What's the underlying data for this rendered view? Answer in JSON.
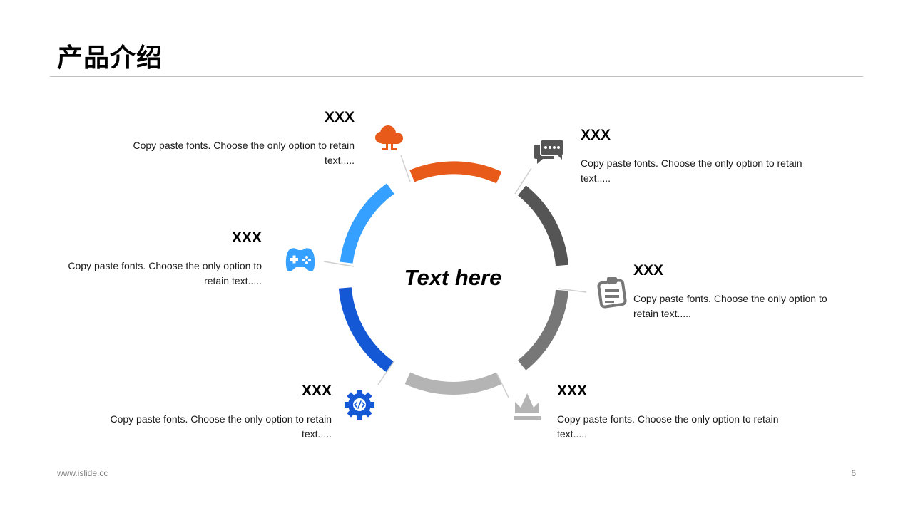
{
  "slide": {
    "title": "产品介绍",
    "center_text": "Text here",
    "footer_url": "www.islide.cc",
    "page_number": "6"
  },
  "items": [
    {
      "heading": "XXX",
      "body": "Copy paste fonts. Choose the only option to retain text.....",
      "icon": "cloud-upload-icon",
      "color": "#e85a1a"
    },
    {
      "heading": "XXX",
      "body": "Copy paste fonts. Choose the only option to retain text.....",
      "icon": "chat-bubbles-icon",
      "color": "#555555"
    },
    {
      "heading": "XXX",
      "body": "Copy paste fonts. Choose the only option to retain text.....",
      "icon": "clipboard-icon",
      "color": "#777777"
    },
    {
      "heading": "XXX",
      "body": "Copy paste fonts. Choose the only option to retain text.....",
      "icon": "crown-icon",
      "color": "#b4b4b4"
    },
    {
      "heading": "XXX",
      "body": "Copy paste fonts. Choose the only option to retain text.....",
      "icon": "code-gear-icon",
      "color": "#1558d6"
    },
    {
      "heading": "XXX",
      "body": "Copy paste fonts. Choose the only option to retain text.....",
      "icon": "gamepad-icon",
      "color": "#35a0ff"
    }
  ],
  "colors": {
    "orange": "#e85a1a",
    "dark_gray": "#555555",
    "mid_gray": "#777777",
    "light_gray": "#b4b4b4",
    "blue": "#1558d6",
    "light_blue": "#35a0ff",
    "rule": "#bfbfbf"
  }
}
